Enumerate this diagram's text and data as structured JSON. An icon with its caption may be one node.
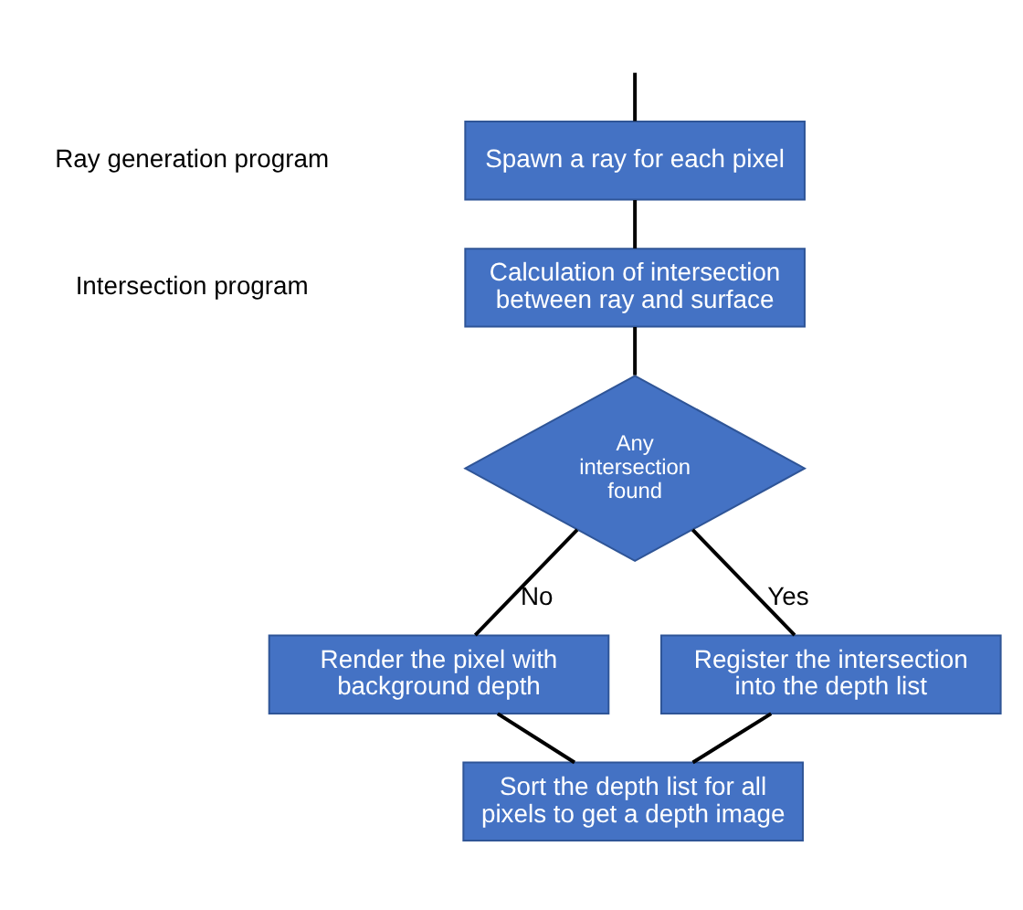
{
  "diagram": {
    "nodes": [
      {
        "text": [
          "Spawn a ray for each pixel"
        ]
      },
      {
        "text": [
          "Calculation of intersection between ray and surface"
        ]
      },
      {
        "text": [
          "Any intersection found"
        ]
      },
      {
        "text": [
          "Render the pixel with background depth"
        ]
      },
      {
        "text": [
          "Register the intersection into the depth list"
        ]
      },
      {
        "text": [
          "Sort the depth list for all pixels to get a depth image"
        ]
      }
    ],
    "edges": [
      {
        "from": null,
        "to": 0,
        "arrow": "none"
      },
      {
        "from": 0,
        "to": 1,
        "arrow": "none"
      },
      {
        "from": 1,
        "to": 2,
        "arrow": "none"
      },
      {
        "from": 2,
        "to": 3,
        "label": "No",
        "arrow": "none"
      },
      {
        "from": 2,
        "to": 4,
        "label": "Yes",
        "arrow": "none"
      },
      {
        "from": 3,
        "to": 5,
        "arrow": "none"
      },
      {
        "from": 4,
        "to": 5,
        "arrow": "none"
      }
    ],
    "labels": [
      "Ray generation program",
      "Intersection program"
    ]
  }
}
